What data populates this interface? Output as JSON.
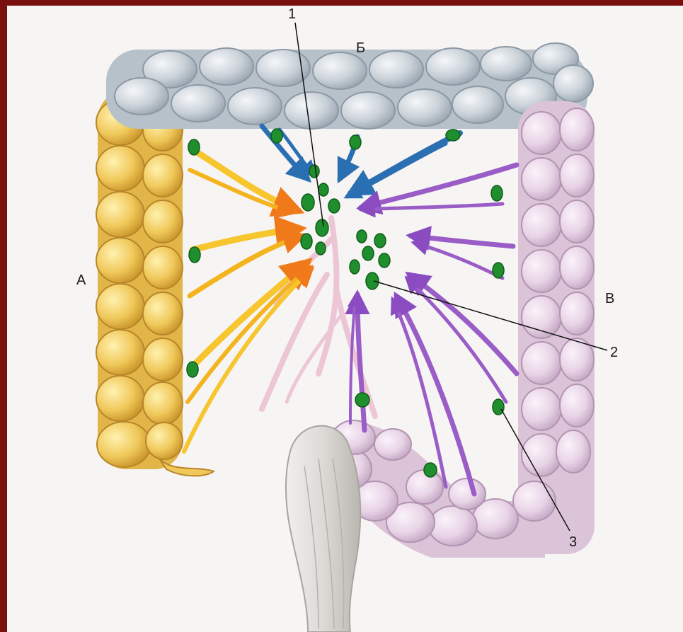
{
  "labels": {
    "region_a": "А",
    "region_b": "Б",
    "region_v": "В",
    "callout_1": "1",
    "callout_2": "2",
    "callout_3": "3"
  },
  "colors": {
    "background": "#7a0f10",
    "paper": "#f7f4f4",
    "ascending_colon": "#f0c85a",
    "transverse_colon": "#c9d1d8",
    "descending_colon": "#e8d3e6",
    "rectum": "#dcdad6",
    "lymph_node": "#1f8f2e",
    "arrow_yellow": "#f4b41f",
    "arrow_orange": "#f07a1a",
    "arrow_blue": "#2b6fb3",
    "arrow_purple": "#9a5cc6",
    "vessel": "#e7a8c0"
  }
}
